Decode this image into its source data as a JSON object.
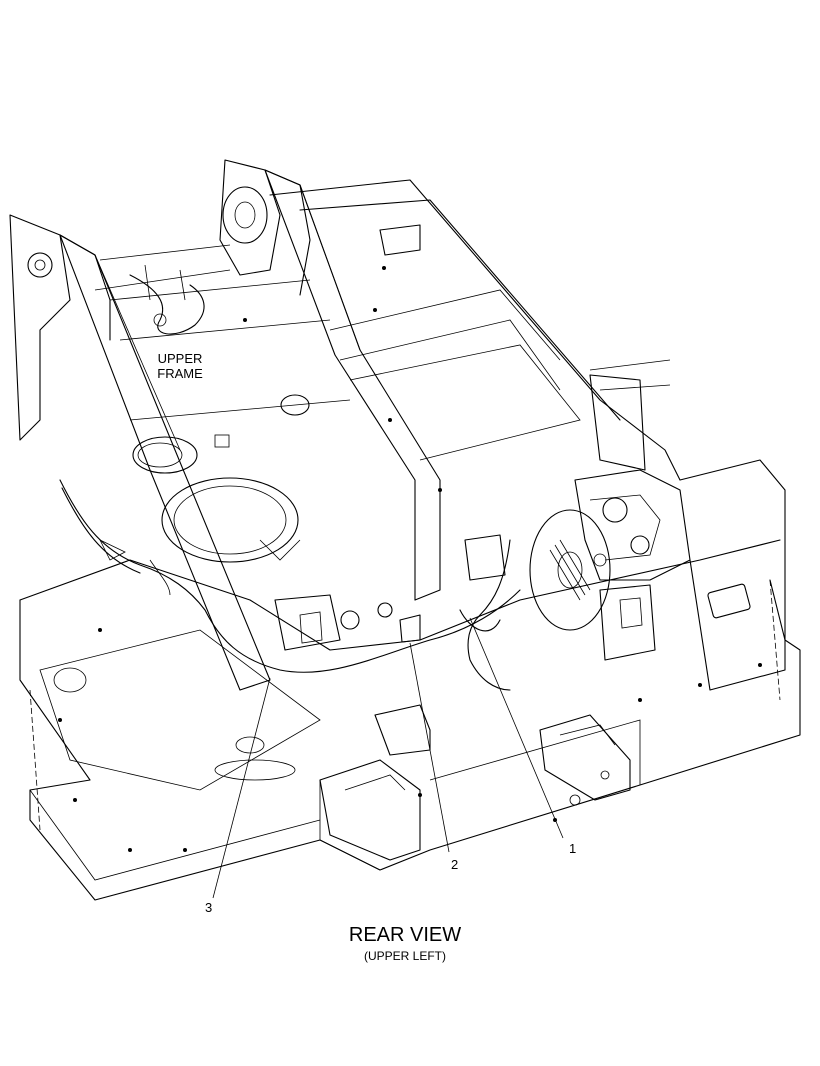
{
  "figure": {
    "frame_label_line1": "UPPER",
    "frame_label_line2": "FRAME",
    "view_title": "REAR VIEW",
    "view_subtitle": "(UPPER LEFT)"
  },
  "callouts": [
    {
      "id": "1",
      "text": "1"
    },
    {
      "id": "2",
      "text": "2"
    },
    {
      "id": "3",
      "text": "3"
    }
  ],
  "colors": {
    "ink": "#000000",
    "paper": "#ffffff"
  }
}
